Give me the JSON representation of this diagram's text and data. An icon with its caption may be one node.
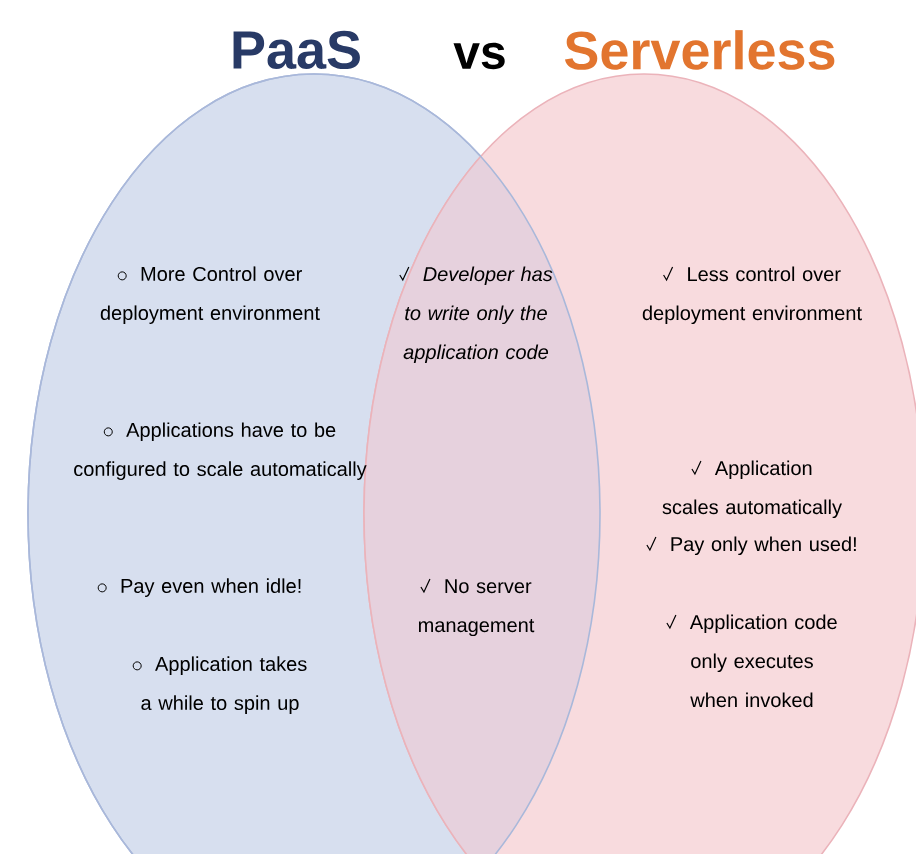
{
  "diagram": {
    "nodes": [
      {
        "text": [
          "PaaS",
          "More Control over deployment environment",
          "Applications have to be configured to scale automatically",
          "Pay even when idle!",
          "Application takes a while to spin up"
        ]
      },
      {
        "text": [
          "Serverless",
          "Less control over deployment environment",
          "Application scales automatically",
          "Pay only when used!",
          "Application code only executes when invoked"
        ]
      }
    ],
    "labels": [
      "vs",
      "Developer has to write only the application code",
      "No server management"
    ]
  }
}
